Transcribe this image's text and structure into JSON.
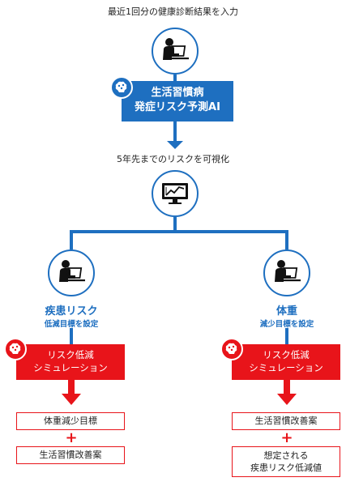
{
  "top_caption": "最近1回分の健康診断結果を入力",
  "ai_box": {
    "line1": "生活習慣病",
    "line2": "発症リスク予測AI"
  },
  "visualize_caption": "5年先までのリスクを可視化",
  "left_branch": {
    "title": "疾患リスク",
    "subtitle": "低減目標を設定",
    "sim": {
      "line1": "リスク低減",
      "line2": "シミュレーション"
    },
    "result1": "体重減少目標",
    "plus": "+",
    "result2": "生活習慣改善案"
  },
  "right_branch": {
    "title": "体重",
    "subtitle": "減少目標を設定",
    "sim": {
      "line1": "リスク低減",
      "line2": "シミュレーション"
    },
    "result1": "生活習慣改善案",
    "plus": "+",
    "result2_line1": "想定される",
    "result2_line2": "疾患リスク低減値"
  },
  "icons": [
    "user-at-laptop-icon",
    "ai-brain-icon",
    "monitor-chart-icon"
  ],
  "colors": {
    "blue": "#1e6fc0",
    "red": "#e8141a"
  }
}
